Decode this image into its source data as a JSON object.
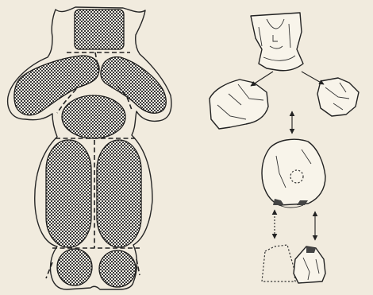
{
  "figure": {
    "type": "reconstruction-diagram",
    "views": [
      "reconstruction-view",
      "fragment-join-view"
    ],
    "colors": {
      "paper": "#f1ebde",
      "ink": "#222222",
      "fragment_fill": "#f8f4ea"
    },
    "segment_pattern": "checkered-stipple"
  },
  "reconstruction": {
    "segments": [
      "head",
      "left-arm",
      "right-arm",
      "torso",
      "left-thigh",
      "right-thigh",
      "left-foot",
      "right-foot"
    ]
  },
  "fragments": {
    "items": [
      "head",
      "left-arm",
      "right-arm",
      "torso",
      "left-leg-missing",
      "right-leg"
    ],
    "joins": [
      {
        "from": "head",
        "to": "left-arm",
        "style": "solid"
      },
      {
        "from": "head",
        "to": "right-arm",
        "style": "solid"
      },
      {
        "from": "arms",
        "to": "torso",
        "style": "solid-double-headed"
      },
      {
        "from": "torso",
        "to": "left-leg-missing",
        "style": "dotted-double-headed"
      },
      {
        "from": "torso",
        "to": "right-leg",
        "style": "solid-double-headed"
      }
    ]
  }
}
